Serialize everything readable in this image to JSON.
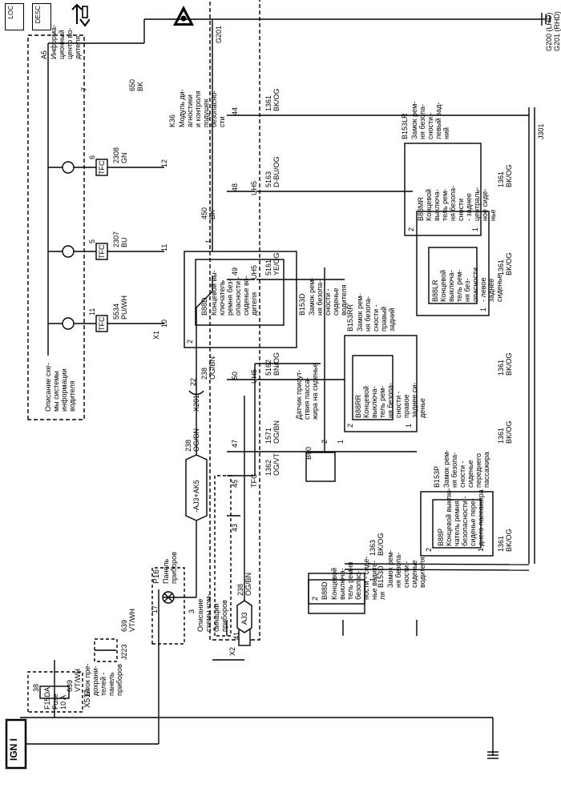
{
  "header_icons": [
    {
      "name": "loc-icon",
      "text": "LOC"
    },
    {
      "name": "desc-icon",
      "text": "DESC"
    },
    {
      "name": "connector-swap-icon",
      "text": ""
    },
    {
      "name": "esd-warning-icon",
      "text": ""
    }
  ],
  "ign": "IGN I",
  "x51a": {
    "ref": "X51A",
    "desc": "Блок пре-\nдохрани-\nтелей -\nпанель\nприборов",
    "fuse_ref": "F15DA",
    "fuse_label": "Fuse",
    "fuse_amp": "10 A",
    "pin": "38"
  },
  "wire_639_a": {
    "num": "639",
    "color": "VT/WH"
  },
  "j223": "J223",
  "wire_639_b": {
    "num": "639",
    "color": "VT/WH"
  },
  "p16": {
    "ref": "P16",
    "desc": "Панель\nприборов",
    "pin_17": "17",
    "pin_3": "3",
    "note": "Описание\nсхемы ком-\nбинации\nприборов"
  },
  "aj3ak5": "-AJ3+AK5",
  "wire_238_a": {
    "num": "238",
    "color": "OG/BN"
  },
  "x201": {
    "ref": "X201",
    "pin": "22"
  },
  "wire_238_b": {
    "num": "238",
    "color": "OG/BN"
  },
  "b88d_low": {
    "pin": "2",
    "ref": "B88D",
    "desc": "Концевой вы-\nключатель\nремня без-\nопасности -\nсиденье во-\nдителя"
  },
  "b153d_low": {
    "ref": "B153D",
    "desc": "Замок рем-\nня безопа-\nсности -\nсиденье\nводителя"
  },
  "wire_450": {
    "pin": "1",
    "num": "450",
    "color": "BK"
  },
  "g201": "G201",
  "x2": "X2",
  "pin_41": "41",
  "aj3": "AJ3",
  "wire_238_c": {
    "num": "238",
    "color": "OG/BN"
  },
  "b88d_up": {
    "pin": "2",
    "ref": "B88D",
    "desc": "Концевой\nвыключа-\nтель ремня\nбезопас-\nности - сиде-\nнье водите-\nля"
  },
  "b153d_up": {
    "ref": "B153D",
    "desc": "Замок рем-\nня безопа-\nсности -\nсиденье\nводителя"
  },
  "wire_1363": {
    "pin": "1",
    "num": "1363",
    "color": "BK/OG"
  },
  "pin_43": "43",
  "pin_45": "45",
  "tfc_45": "TFC",
  "wire_1362": {
    "num": "1362",
    "color": "OG/VT"
  },
  "b88p": {
    "pin_2": "2",
    "pin_1": "1",
    "ref": "B88P",
    "desc": "Концевой выклю-\nчатель ремня\nбезопасности -\nсиденье пере-\nднего пассажира"
  },
  "b153p": {
    "ref": "B153P",
    "desc": "Замок рем-\nня безопа-\nсности -\nсиденье\nпереднего\nпассажира"
  },
  "wire_1361_p": {
    "num": "1361",
    "color": "BK/OG"
  },
  "pin_47": "47",
  "wire_1571": {
    "num": "1571",
    "color": "OG/BN"
  },
  "b60": {
    "ref": "B60",
    "desc": "Датчик присут-\nствия пасса-\nжира на сиденье",
    "pin_2": "2",
    "pin_1": "1"
  },
  "wire_1361_60": {
    "num": "1361",
    "color": "BK/OG"
  },
  "pin_50": "50",
  "uh5_50": "UH5",
  "wire_5162": {
    "num": "5162",
    "color": "BN/OG"
  },
  "b88rr": {
    "pin_2": "2",
    "pin_1": "1",
    "ref": "B88RR",
    "desc": "Концевой\nвыключа-\nтель рем-\nня безопа-\nсности -\nправое\nзаднее си-\nденье"
  },
  "b153rr": {
    "ref": "B153RR",
    "desc": "Замок рем-\nня безопа-\nсности -\nправый\nзадний"
  },
  "wire_1361_rr": {
    "num": "1361",
    "color": "BK/OG"
  },
  "pin_49": "49",
  "uh5_49": "UH5",
  "wire_5161": {
    "num": "5161",
    "color": "YE/OG"
  },
  "b88lr": {
    "pin_1": "1",
    "ref": "B88LR",
    "desc": "Концевой\nвыключа-\nтель рем-\nня без-\nопасности\n- левое\nзаднее\nсиденье"
  },
  "wire_1361_lr": {
    "num": "1361",
    "color": "BK/OG"
  },
  "pin_48": "48",
  "uh5_48": "UH5",
  "wire_5163": {
    "num": "5163",
    "color": "D-BU/OG"
  },
  "b88mr": {
    "pin_2": "2",
    "pin_1": "1",
    "ref": "B88MR",
    "desc": "Концевой\nвыключа-\nтель рем-\nня безопа-\nсности\n- заднее\nцентраль-\nное сиде-\nнье"
  },
  "b153lr": {
    "ref": "B153LR",
    "desc": "Замок рем-\nня безопа-\nсности -\nлевый зад-\nний"
  },
  "wire_1361_mr": {
    "num": "1361",
    "color": "BK/OG"
  },
  "pin_44": "44",
  "wire_1361_44": {
    "num": "1361",
    "color": "BK/OG"
  },
  "j301": "J301",
  "k36": {
    "ref": "K36",
    "desc": "Модуль ди-\nагностики\nи контроля\nподушек\nбезопасно-\nсти"
  },
  "x1": "X1",
  "x1_pins": [
    "10",
    "11",
    "12"
  ],
  "a5": {
    "ref": "A5",
    "desc": "Информа-\nционный\nцентр во-\nдителя",
    "pin_7": "7",
    "note": "Описание схе-\nмы системы\nинформации\nводителя",
    "lamps": [
      {
        "pin": "11",
        "tfc": "TFC",
        "num": "5534",
        "color": "PU/WH"
      },
      {
        "pin": "5",
        "tfc": "TFC",
        "num": "2307",
        "color": "BU"
      },
      {
        "pin": "6",
        "tfc": "TFC",
        "num": "2308",
        "color": "GN"
      }
    ]
  },
  "wire_650": {
    "num": "650",
    "color": "BK"
  },
  "g200": "G200 (LHD)\nG201 (RHD)"
}
